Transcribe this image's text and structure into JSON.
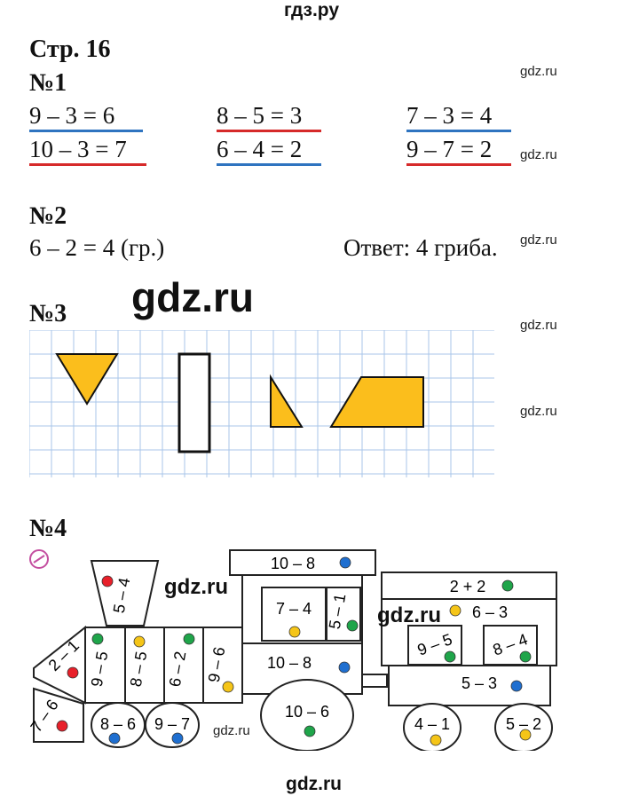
{
  "header": {
    "site": "гдз.ру",
    "page_title": "Стр. 16"
  },
  "task1": {
    "label": "№1",
    "equations": [
      {
        "text": "9 – 3 = 6",
        "color": "#2f74c0"
      },
      {
        "text": "8 – 5 = 3",
        "color": "#d62a2a"
      },
      {
        "text": "7 – 3 = 4",
        "color": "#2f74c0"
      },
      {
        "text": "10 – 3 = 7",
        "color": "#d62a2a"
      },
      {
        "text": "6 – 4 = 2",
        "color": "#2f74c0"
      },
      {
        "text": "9 – 7 = 2",
        "color": "#d62a2a"
      }
    ]
  },
  "task2": {
    "label": "№2",
    "solution": "6 – 2 = 4 (гр.)",
    "answer": "Ответ: 4 гриба."
  },
  "task3": {
    "label": "№3",
    "shape_fill": "#fbbe1c"
  },
  "task4": {
    "label": "№4",
    "train_labels": {
      "chimney": "5 – 4",
      "cab_roof": "10 – 8",
      "cab_window": "7 – 4",
      "cab_side": "5 – 1",
      "cab_lower": "10 – 8",
      "front": "2 – 1",
      "cow_catcher": "7 – 6",
      "boiler1": "9 – 5",
      "boiler2": "8 – 5",
      "boiler3": "6 – 2",
      "boiler4": "9 – 6",
      "wheel1": "8 – 6",
      "wheel2": "9 – 7",
      "big_wheel": "10 – 6",
      "wagon_top": "2 + 2",
      "wagon_mid": "6 – 3",
      "wagon_win1": "9 – 5",
      "wagon_win2": "8 – 4",
      "wagon_bottom": "5 – 3",
      "wheel3": "4 – 1",
      "wheel4": "5 – 2"
    },
    "dot_colors": {
      "red": "#e8202a",
      "green": "#1fa54a",
      "yellow": "#f5c518",
      "blue": "#1f6fd0"
    }
  },
  "watermarks": {
    "small": "gdz.ru",
    "big": "gdz.ru"
  }
}
